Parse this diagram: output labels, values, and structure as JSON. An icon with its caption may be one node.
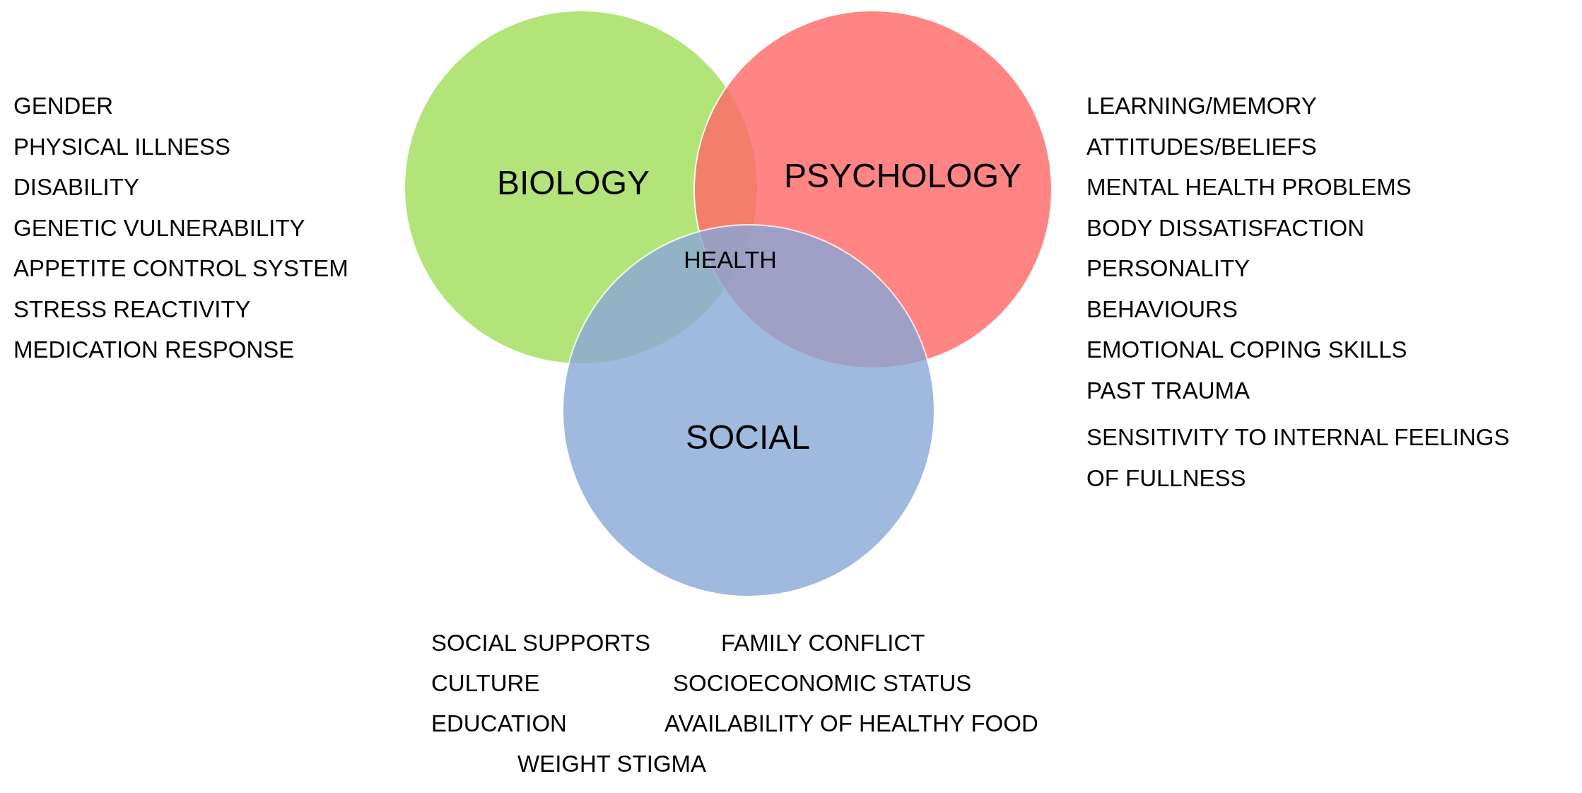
{
  "diagram": {
    "nodes": [
      {
        "text": [
          "BIOLOGY"
        ]
      },
      {
        "text": [
          "PSYCHOLOGY"
        ]
      },
      {
        "text": [
          "SOCIAL"
        ]
      }
    ],
    "labels": [
      "GENDER",
      "PHYSICAL ILLNESS",
      "DISABILITY",
      "GENETIC VULNERABILITY",
      "APPETITE CONTROL SYSTEM",
      "STRESS REACTIVITY",
      "MEDICATION RESPONSE",
      "HEALTH",
      "LEARNING/MEMORY",
      "ATTITUDES/BELIEFS",
      "MENTAL HEALTH PROBLEMS",
      "BODY DISSATISFACTION",
      "PERSONALITY",
      "BEHAVIOURS",
      "EMOTIONAL COPING SKILLS",
      "PAST TRAUMA",
      "SENSITIVITY TO INTERNAL FEELINGS OF FULLNESS",
      "SOCIAL SUPPORTS",
      "FAMILY CONFLICT",
      "CULTURE",
      "SOCIOECONOMIC STATUS",
      "EDUCATION",
      "AVAILABILITY OF HEALTHY FOOD",
      "WEIGHT STIGMA"
    ]
  }
}
